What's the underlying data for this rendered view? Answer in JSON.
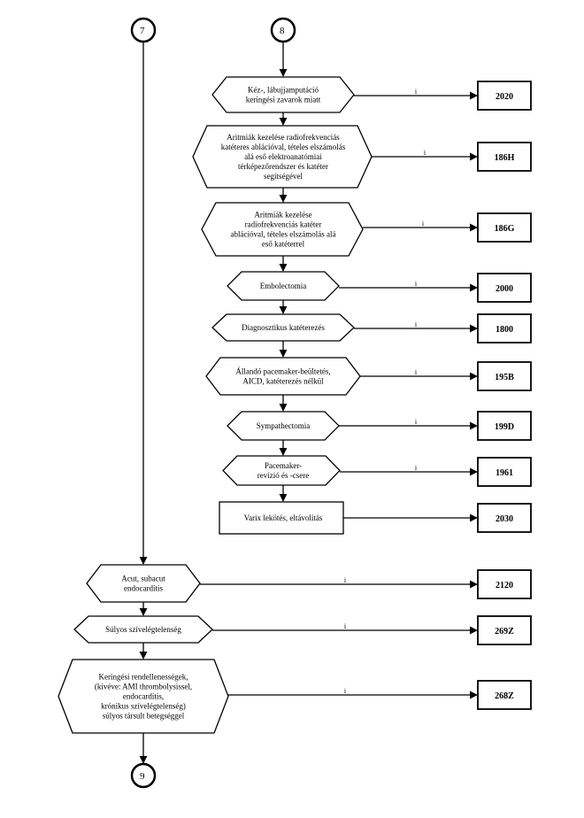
{
  "connectors": {
    "c7": "7",
    "c8": "8",
    "c9": "9"
  },
  "nodes": [
    {
      "id": "n1",
      "shape": "hexagon",
      "lines": [
        "Kéz-, lábujjamputáció",
        "keringési zavarok miatt"
      ],
      "code": "2020",
      "edge_label": "i"
    },
    {
      "id": "n2",
      "shape": "hexagon",
      "lines": [
        "Aritmiák kezelése radiofrekvenciás",
        "katéteres ablációval, tételes elszámolás",
        "alá eső elektroanatómiai",
        "térképezőrendszer és katéter",
        "segítségével"
      ],
      "code": "186H",
      "edge_label": "i"
    },
    {
      "id": "n3",
      "shape": "hexagon",
      "lines": [
        "Aritmiák kezelése",
        "radiofrekvenciás katéter",
        "ablációval, tételes elszámolás alá",
        "eső katéterrel"
      ],
      "code": "186G",
      "edge_label": "i"
    },
    {
      "id": "n4",
      "shape": "hexagon",
      "lines": [
        "Embolectomia"
      ],
      "code": "2000",
      "edge_label": "i"
    },
    {
      "id": "n5",
      "shape": "hexagon",
      "lines": [
        "Diagnosztikus katéterezés"
      ],
      "code": "1800",
      "edge_label": "i"
    },
    {
      "id": "n6",
      "shape": "hexagon",
      "lines": [
        "Állandó pacemaker-beültetés,",
        "AICD, katéterezés nélkül"
      ],
      "code": "195B",
      "edge_label": "i"
    },
    {
      "id": "n7",
      "shape": "hexagon",
      "lines": [
        "Sympathectomia"
      ],
      "code": "199D",
      "edge_label": "i"
    },
    {
      "id": "n8",
      "shape": "hexagon",
      "lines": [
        "Pacemaker-",
        "revízió és -csere"
      ],
      "code": "1961",
      "edge_label": "i"
    },
    {
      "id": "n9",
      "shape": "rectangle",
      "lines": [
        "Varix lekötés, eltávolítás"
      ],
      "code": "2030",
      "edge_label": ""
    },
    {
      "id": "m1",
      "shape": "hexagon",
      "lines": [
        "Acut, subacut",
        "endocarditis"
      ],
      "code": "2120",
      "edge_label": "i"
    },
    {
      "id": "m2",
      "shape": "hexagon",
      "lines": [
        "Súlyos szívelégtelenség"
      ],
      "code": "269Z",
      "edge_label": "i"
    },
    {
      "id": "m3",
      "shape": "hexagon",
      "lines": [
        "Keringési rendellenességek,",
        "(kivéve: AMI thrombolysissel,",
        "endocarditis,",
        "krónikus szívelégtelenség)",
        "súlyos társult betegséggel"
      ],
      "code": "268Z",
      "edge_label": "i"
    }
  ]
}
